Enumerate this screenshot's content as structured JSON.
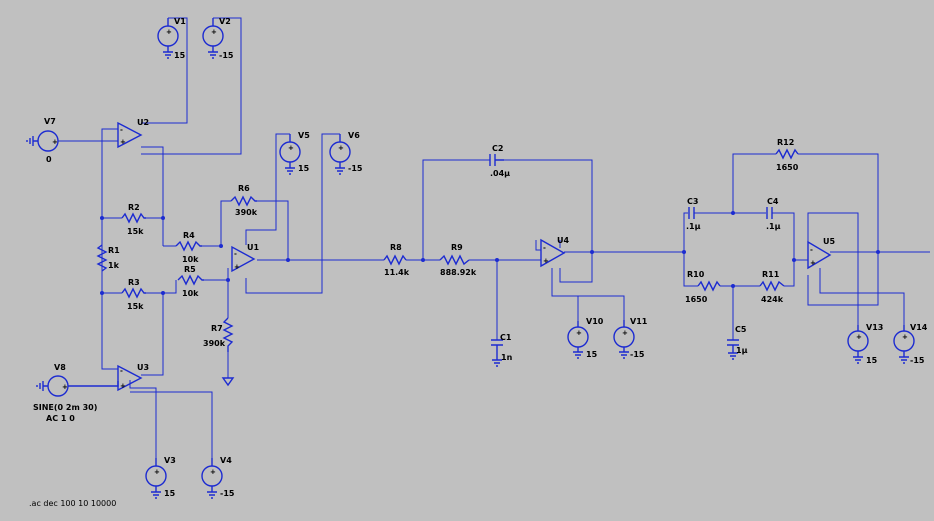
{
  "components": {
    "V1": {
      "name": "V1",
      "value": "15"
    },
    "V2": {
      "name": "V2",
      "value": "-15"
    },
    "V3": {
      "name": "V3",
      "value": "15"
    },
    "V4": {
      "name": "V4",
      "value": "-15"
    },
    "V5": {
      "name": "V5",
      "value": "15"
    },
    "V6": {
      "name": "V6",
      "value": "-15"
    },
    "V7": {
      "name": "V7",
      "value": "0"
    },
    "V8": {
      "name": "V8",
      "value": "SINE(0 2m 30)",
      "value2": "AC 1 0"
    },
    "V10": {
      "name": "V10",
      "value": "15"
    },
    "V11": {
      "name": "V11",
      "value": "-15"
    },
    "V13": {
      "name": "V13",
      "value": "15"
    },
    "V14": {
      "name": "V14",
      "value": "-15"
    },
    "U1": {
      "name": "U1"
    },
    "U2": {
      "name": "U2"
    },
    "U3": {
      "name": "U3"
    },
    "U4": {
      "name": "U4"
    },
    "U5": {
      "name": "U5"
    },
    "R1": {
      "name": "R1",
      "value": "1k"
    },
    "R2": {
      "name": "R2",
      "value": "15k"
    },
    "R3": {
      "name": "R3",
      "value": "15k"
    },
    "R4": {
      "name": "R4",
      "value": "10k"
    },
    "R5": {
      "name": "R5",
      "value": "10k"
    },
    "R6": {
      "name": "R6",
      "value": "390k"
    },
    "R7": {
      "name": "R7",
      "value": "390k"
    },
    "R8": {
      "name": "R8",
      "value": "11.4k"
    },
    "R9": {
      "name": "R9",
      "value": "888.92k"
    },
    "R10": {
      "name": "R10",
      "value": "1650"
    },
    "R11": {
      "name": "R11",
      "value": "424k"
    },
    "R12": {
      "name": "R12",
      "value": "1650"
    },
    "C1": {
      "name": "C1",
      "value": "1n"
    },
    "C2": {
      "name": "C2",
      "value": ".04µ"
    },
    "C3": {
      "name": "C3",
      "value": ".1µ"
    },
    "C4": {
      "name": "C4",
      "value": ".1µ"
    },
    "C5": {
      "name": "C5",
      "value": "1µ"
    }
  },
  "directive": ".ac dec 100 10 10000",
  "colors": {
    "background": "#c0c0c0",
    "wire": "#1c2bd1",
    "component": "#000000"
  }
}
